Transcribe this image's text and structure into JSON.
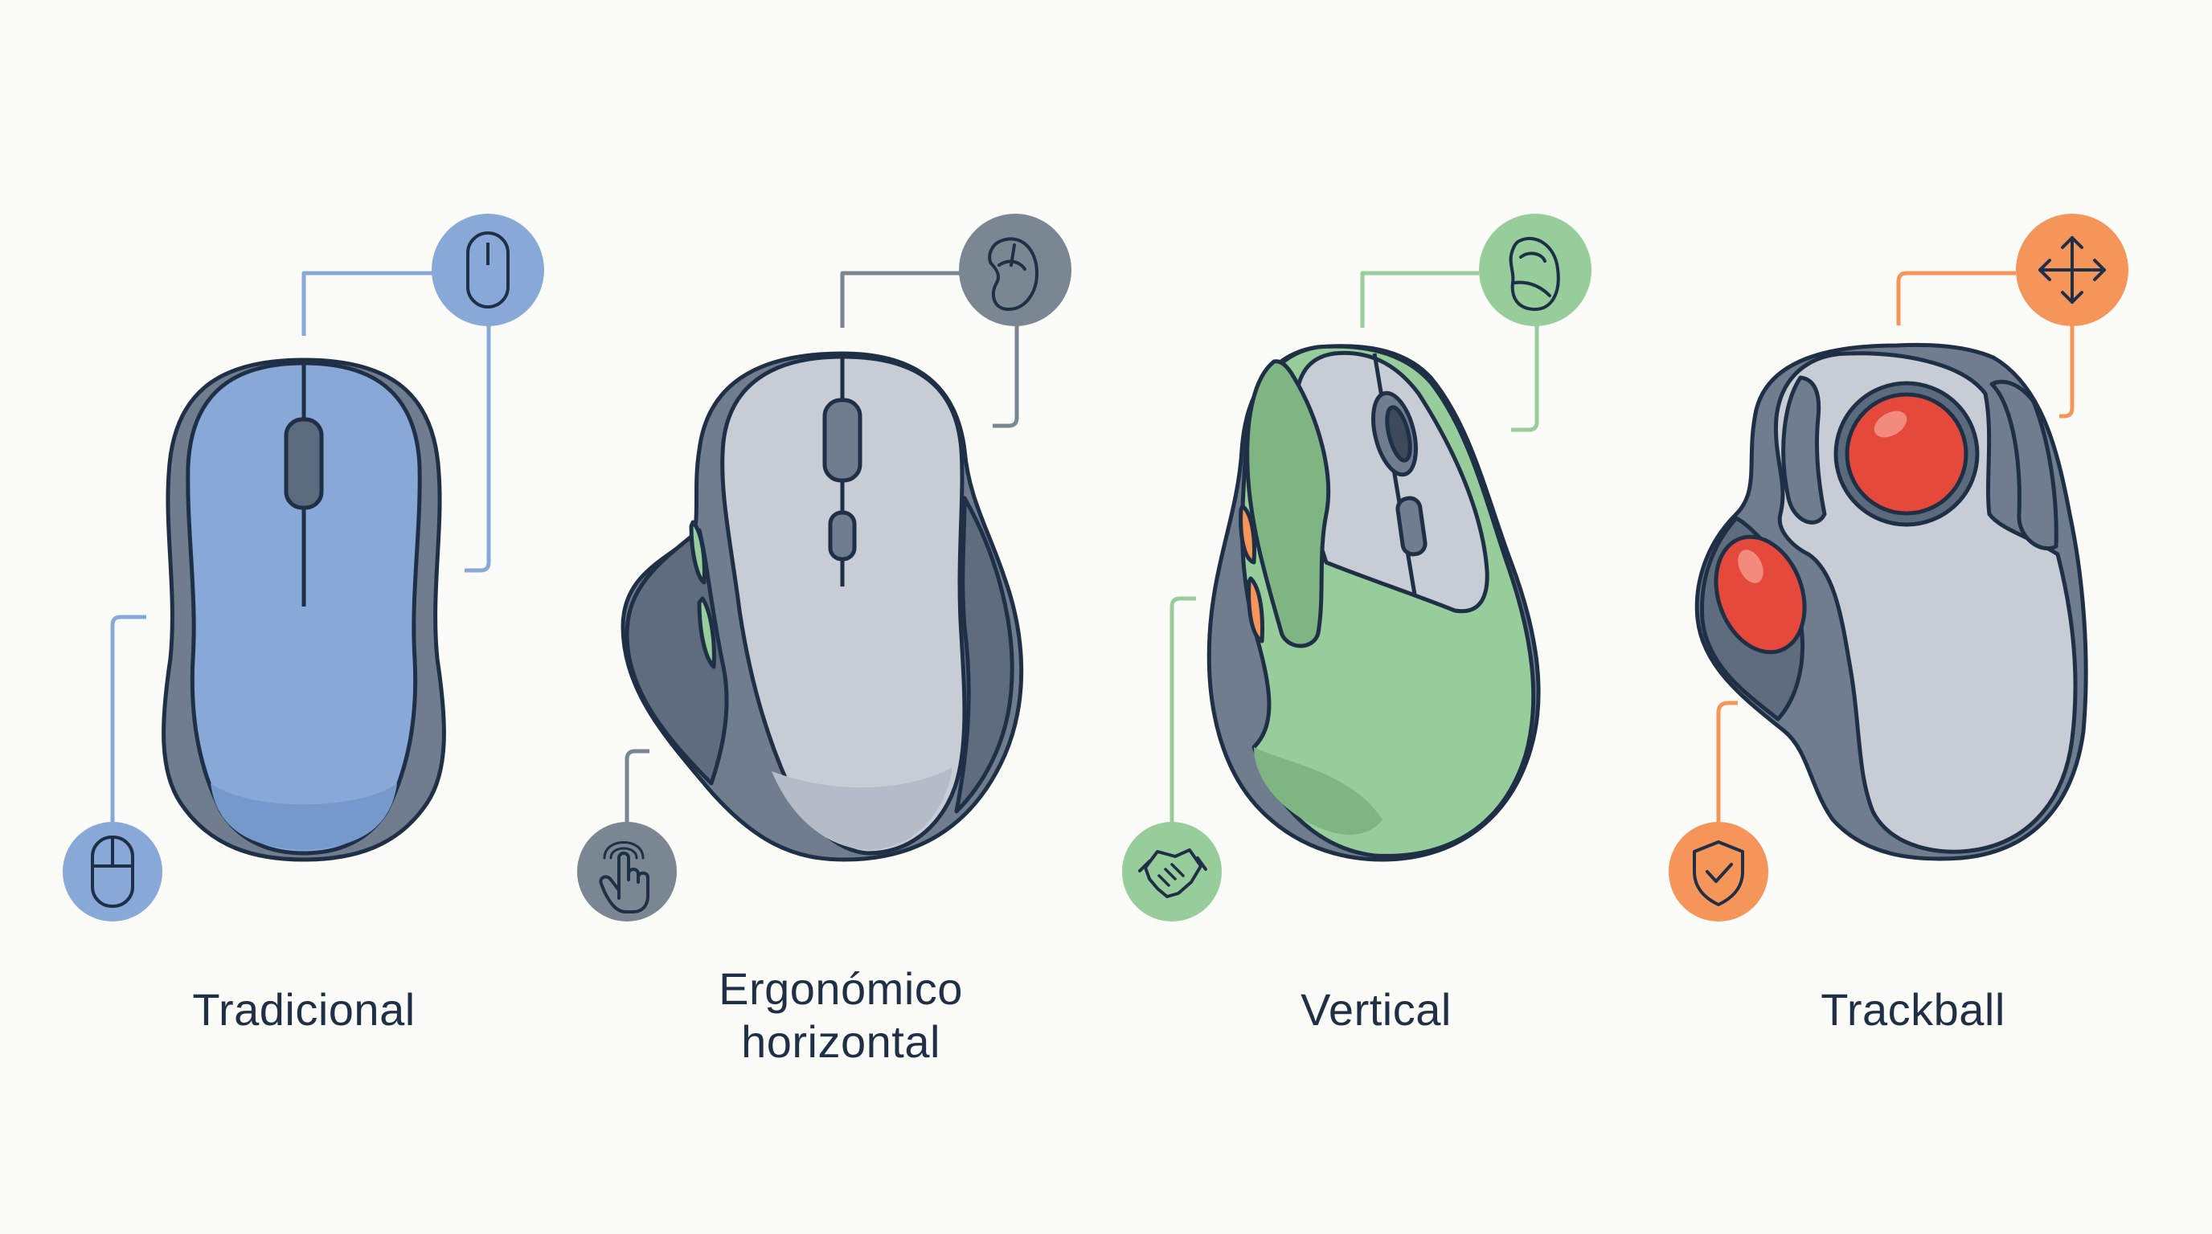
{
  "colors": {
    "background": "#fbfbf8",
    "outline": "#1f2f45",
    "traditional": "#88a8d8",
    "ergonomic": "#7a8691",
    "vertical": "#97cc9b",
    "trackball": "#f5955a",
    "ball": "#e5493b",
    "shell_light": "#c7ccd5",
    "side_dark": "#6f7d8f"
  },
  "mice": [
    {
      "id": "traditional",
      "name": "Tradicional",
      "accent": "#88a8d8",
      "icons": [
        "mouse-outline-icon",
        "mouse-outline-icon"
      ]
    },
    {
      "id": "ergonomic-horizontal",
      "name_lines": [
        "Ergonómico",
        "horizontal"
      ],
      "accent": "#7a8691",
      "icons": [
        "hand-on-mouse-icon",
        "touch-hand-icon"
      ]
    },
    {
      "id": "vertical",
      "name": "Vertical",
      "accent": "#97cc9b",
      "icons": [
        "vertical-mouse-icon",
        "handshake-icon"
      ]
    },
    {
      "id": "trackball",
      "name": "Trackball",
      "accent": "#f5955a",
      "icons": [
        "move-arrows-icon",
        "shield-check-icon"
      ]
    }
  ]
}
